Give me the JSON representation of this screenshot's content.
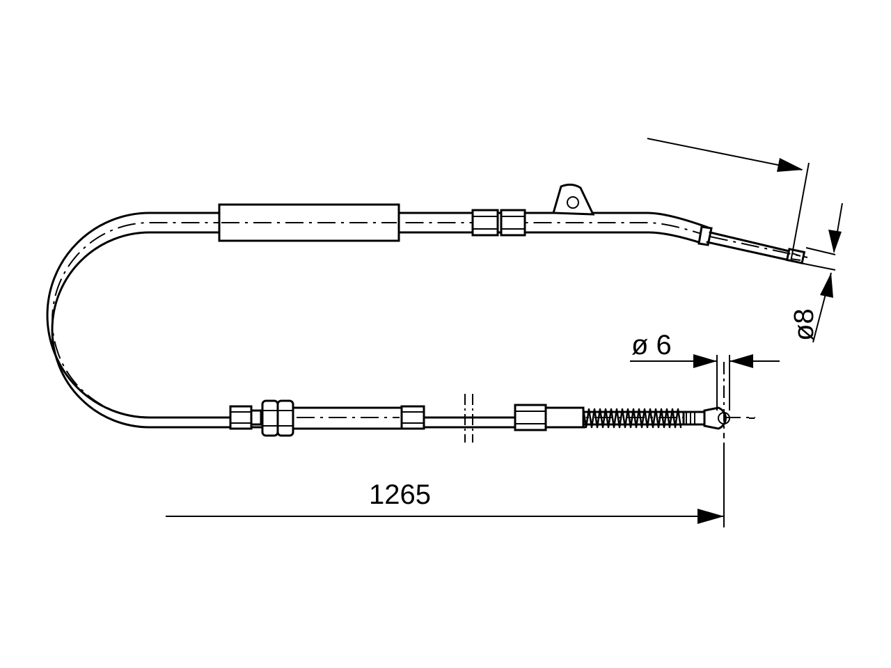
{
  "dimensions": {
    "overall_length": "1265",
    "end_diameter_right": "ø 6",
    "end_diameter_top": "ø8"
  },
  "colors": {
    "line": "#000000",
    "background": "#ffffff"
  }
}
